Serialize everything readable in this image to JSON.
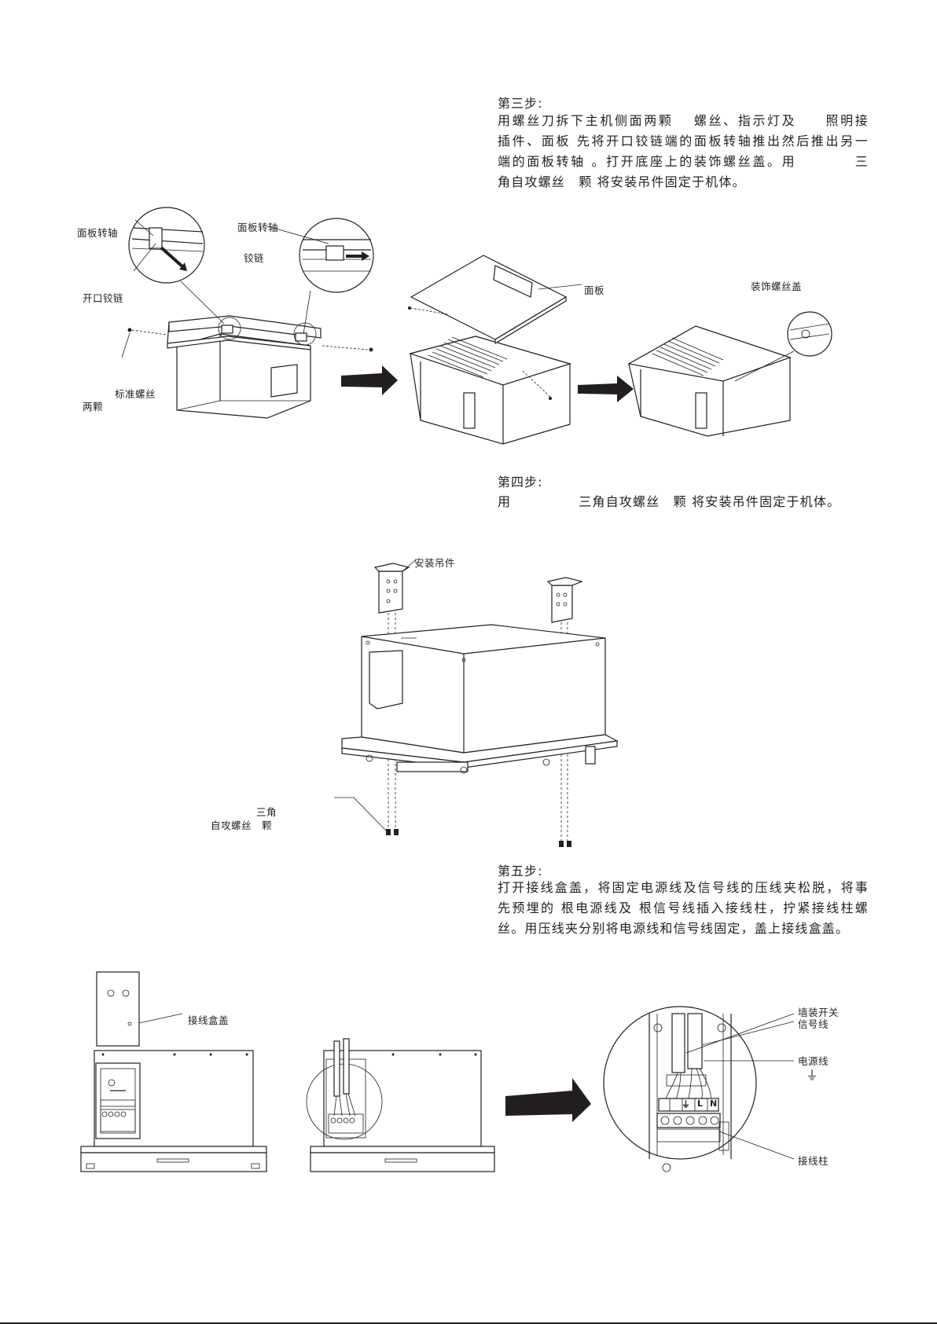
{
  "step3": {
    "title": "第三步:",
    "lines": [
      "用螺丝刀拆下主机侧面两颗　 螺丝、指示灯及　　照明接",
      "插件、面板 先将开口铰链端的面板转轴推出然后推出另一",
      "端的面板转轴 。打开底座上的装饰螺丝盖。用　　　　三",
      "角自攻螺丝　颗 将安装吊件固定于机体。"
    ]
  },
  "step4": {
    "title": "第四步:",
    "line": "用　　　　　三角自攻螺丝　颗 将安装吊件固定于机体。"
  },
  "step5": {
    "title": "第五步:",
    "lines": [
      "打开接线盒盖，将固定电源线及信号线的压线夹松脱，将事",
      "先预埋的 根电源线及 根信号线插入接线柱，拧紧接线柱螺",
      "丝。用压线夹分别将电源线和信号线固定，盖上接线盒盖。"
    ]
  },
  "figure1": {
    "panel_shaft_left": "面板转轴",
    "open_hinge": "开口铰链",
    "standard_screw": "标准螺丝",
    "two_pieces": "两颗",
    "panel_shaft_right": "面板转轴",
    "hinge": "铰链",
    "panel": "面板",
    "decor_screw_cover": "装饰螺丝盖"
  },
  "figure2": {
    "bracket": "安装吊件",
    "triangle": "三角",
    "self_tapping_screw": "自攻螺丝　颗"
  },
  "figure3": {
    "junction_cover": "接线盒盖",
    "wall_switch": "墙装开关",
    "signal_wire": "信号线",
    "power_wire": "电源线",
    "ground_symbol": "⏚",
    "terminal": "接线柱",
    "terminal_marks": [
      "⏚",
      "L",
      "N"
    ]
  }
}
